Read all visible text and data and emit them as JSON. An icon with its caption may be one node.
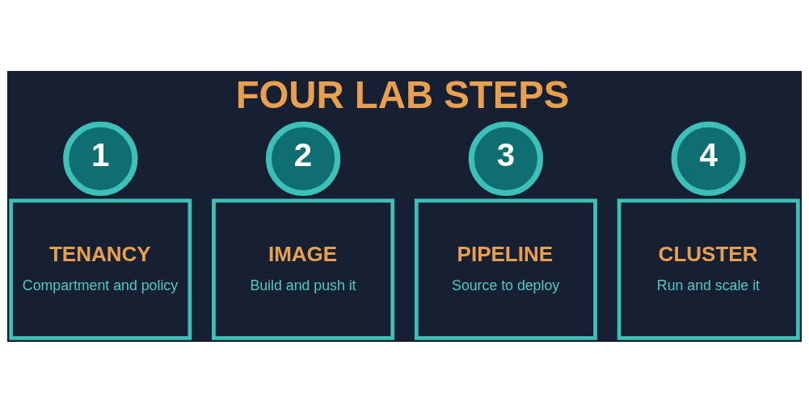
{
  "diagram": {
    "title": "FOUR LAB STEPS",
    "nodes": [
      {
        "text": [
          "1"
        ]
      },
      {
        "text": [
          "TENANCY",
          "Compartment and policy"
        ]
      },
      {
        "text": [
          "2"
        ]
      },
      {
        "text": [
          "IMAGE",
          "Build and push it"
        ]
      },
      {
        "text": [
          "3"
        ]
      },
      {
        "text": [
          "PIPELINE",
          "Source to deploy"
        ]
      },
      {
        "text": [
          "4"
        ]
      },
      {
        "text": [
          "CLUSTER",
          "Run and scale it"
        ]
      }
    ],
    "edges": []
  }
}
